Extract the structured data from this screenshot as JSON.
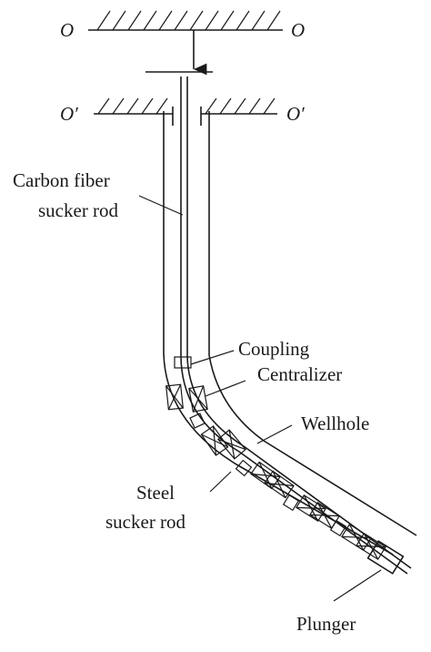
{
  "diagram": {
    "support_left": "O",
    "support_right": "O",
    "wellhead_left": "O′",
    "wellhead_right": "O′",
    "label_carbon_line1": "Carbon fiber",
    "label_carbon_line2": "sucker rod",
    "label_coupling": "Coupling",
    "label_centralizer": "Centralizer",
    "label_wellhole": "Wellhole",
    "label_steel_line1": "Steel",
    "label_steel_line2": "sucker rod",
    "label_plunger": "Plunger"
  }
}
